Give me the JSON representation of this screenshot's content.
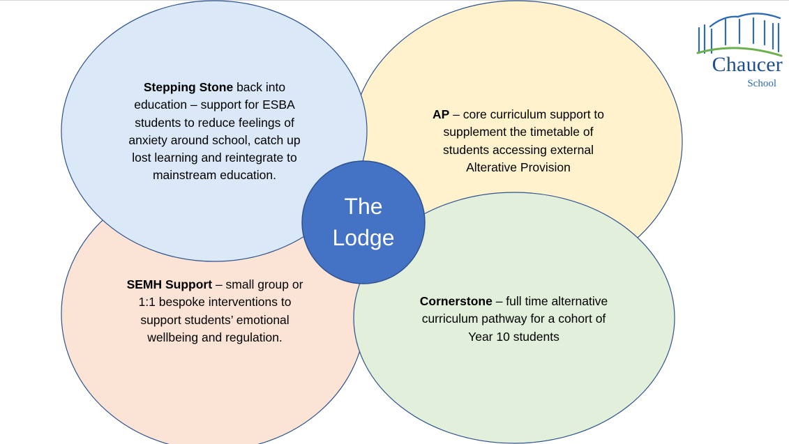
{
  "center": {
    "line1": "The",
    "line2": "Lodge"
  },
  "bubbles": {
    "stepping_stone": {
      "title": "Stepping Stone",
      "line1_rest": " back into",
      "line2": "education – support for ESBA",
      "line3": "students to reduce feelings of",
      "line4": "anxiety around school, catch up",
      "line5": "lost learning and reintegrate to",
      "line6": "mainstream education."
    },
    "ap": {
      "title": "AP",
      "line1_rest": " – core curriculum support to",
      "line2": "supplement the timetable of",
      "line3": "students accessing external",
      "line4": "Alterative Provision"
    },
    "semh": {
      "title": "SEMH Support",
      "line1_rest": " – small group or",
      "line2": "1:1 bespoke interventions to",
      "line3": "support students’ emotional",
      "line4": "wellbeing and regulation."
    },
    "cornerstone": {
      "title": "Cornerstone",
      "line1_rest": " – full time alternative",
      "line2": "curriculum pathway for a cohort of",
      "line3": "Year 10 students"
    }
  },
  "logo": {
    "name": "Chaucer",
    "sub": "School"
  },
  "colors": {
    "stepping_stone_fill": "#dae8f7",
    "ap_fill": "#fff2cc",
    "semh_fill": "#fbe4d6",
    "cornerstone_fill": "#e2efda",
    "circle_outline": "#2f528f",
    "center_fill": "#4472c4",
    "logo_blue": "#1f4e8c",
    "logo_green": "#6ab04c"
  }
}
